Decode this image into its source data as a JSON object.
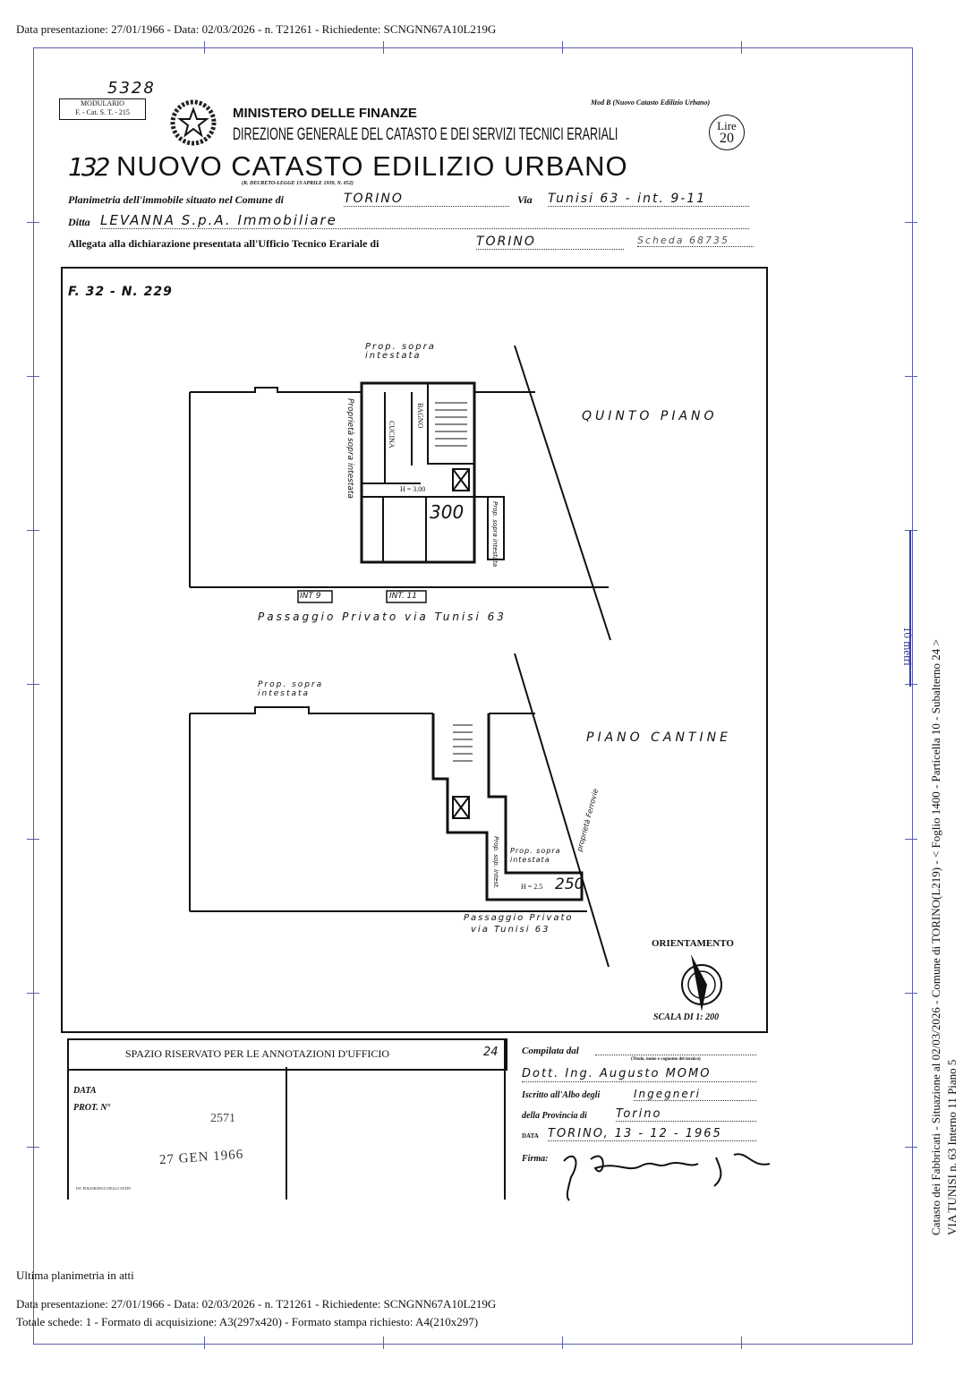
{
  "header_line": "Data presentazione: 27/01/1966 - Data: 02/03/2026 - n. T21261 - Richiedente: SCNGNN67A10L219G",
  "form": {
    "handwritten_number_top": "5328",
    "modulario": "MODULARIO",
    "modulario_code": "F. - Cat. S. T. - 215",
    "mod_b": "Mod B (Nuovo Catasto Edilizio Urbano)",
    "ministry": "MINISTERO DELLE FINANZE",
    "direction": "DIREZIONE GENERALE DEL CATASTO E DEI SERVIZI TECNICI ERARIALI",
    "stamp_lire": "Lire",
    "stamp_value": "20",
    "handwritten_132": "132",
    "title": "NUOVO CATASTO EDILIZIO URBANO",
    "decree": "(R. DECRETO-LEGGE 13 APRILE 1939, N. 652)",
    "planimetria_label": "Planimetria dell'immobile situato nel Comune di",
    "comune_value": "TORINO",
    "via_label": "Via",
    "via_value": "Tunisi 63 - int. 9-11",
    "ditta_label": "Ditta",
    "ditta_value": "LEVANNA   S.p.A.   Immobiliare",
    "allegata_label": "Allegata alla dichiarazione presentata all'Ufficio Tecnico Erariale di",
    "ufficio_value": "TORINO",
    "scheda_value": "Scheda 68735"
  },
  "plan": {
    "foglio": "F. 32 - N. 229",
    "upper": {
      "floor": "QUINTO PIANO",
      "prop_top": "Prop. sopra intestata",
      "prop_left": "Proprietà sopra intestata",
      "prop_right": "Prop. sopra intestata",
      "cucina": "CUCINA",
      "bagno": "BAGNO",
      "height": "H = 3.00",
      "number": "300",
      "int9": "INT 9",
      "int11": "INT. 11",
      "passage": "Passaggio   Privato  via  Tunisi  63"
    },
    "lower": {
      "floor": "PIANO CANTINE",
      "prop_top": "Prop. sopra intestata",
      "prop_right": "Prop. sopra intestata",
      "prop_side": "Prop. sop. intest.",
      "ferrovia": "proprietà Ferrovie",
      "height": "H = 2.5",
      "number": "250",
      "passage_1": "Passaggio Privato",
      "passage_2": "via Tunisi 63"
    },
    "orientamento": "ORIENTAMENTO",
    "scala": "SCALA DI 1: 200"
  },
  "office": {
    "reserved": "SPAZIO RISERVATO PER LE ANNOTAZIONI D'UFFICIO",
    "page_no": "24",
    "data_label": "DATA",
    "prot_label": "PROT. N°",
    "prot_value": "2571",
    "stamp_date": "27 GEN 1966",
    "printer": "IST. POLIGRAFICO DELLO STATO",
    "compilata": "Compilata dal",
    "compilata_hint": "(Titolo, nome e cognome del tecnico)",
    "tecnico": "Dott. Ing. Augusto MOMO",
    "iscritto": "Iscritto all'Albo degli",
    "albo": "Ingegneri",
    "provincia_label": "della Provincia di",
    "provincia": "Torino",
    "data_label2": "DATA",
    "data_value": "TORINO,   13 - 12 - 1965",
    "firma": "Firma:"
  },
  "side": {
    "scale": "10 metri",
    "line1": "Catasto dei Fabbricati - Situazione al 02/03/2026 - Comune di TORINO(L219) - < Foglio 1400 - Particella 10 - Subalterno 24 >",
    "line2": "VIA TUNISI n. 63  Interno 11 Piano 5"
  },
  "footer": {
    "ultima": "Ultima planimetria in atti",
    "line1": "Data presentazione: 27/01/1966 - Data: 02/03/2026 - n. T21261 - Richiedente: SCNGNN67A10L219G",
    "line2": "Totale schede: 1 - Formato di acquisizione: A3(297x420)  - Formato stampa richiesto: A4(210x297)"
  }
}
